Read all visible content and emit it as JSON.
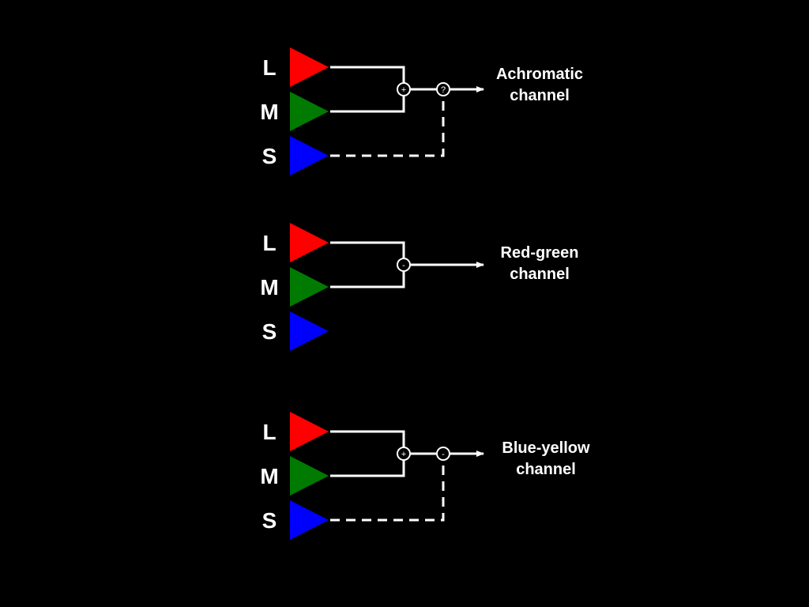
{
  "colors": {
    "background": "#000000",
    "L": "#ff0000",
    "M": "#007a00",
    "S": "#0000ff",
    "wire": "#ffffff"
  },
  "panels": [
    {
      "id": "achromatic",
      "cones": [
        "L",
        "M",
        "S"
      ],
      "combiner_op": "+",
      "s_input": "dashed",
      "second_op": "?",
      "label_lines": [
        "Achromatic",
        "channel"
      ]
    },
    {
      "id": "red-green",
      "cones": [
        "L",
        "M",
        "S"
      ],
      "combiner_op": "-",
      "s_input": "none",
      "second_op": null,
      "label_lines": [
        "Red-green",
        "channel"
      ]
    },
    {
      "id": "blue-yellow",
      "cones": [
        "L",
        "M",
        "S"
      ],
      "combiner_op": "+",
      "s_input": "dashed",
      "second_op": "-",
      "label_lines": [
        "Blue-yellow",
        "channel"
      ]
    }
  ]
}
